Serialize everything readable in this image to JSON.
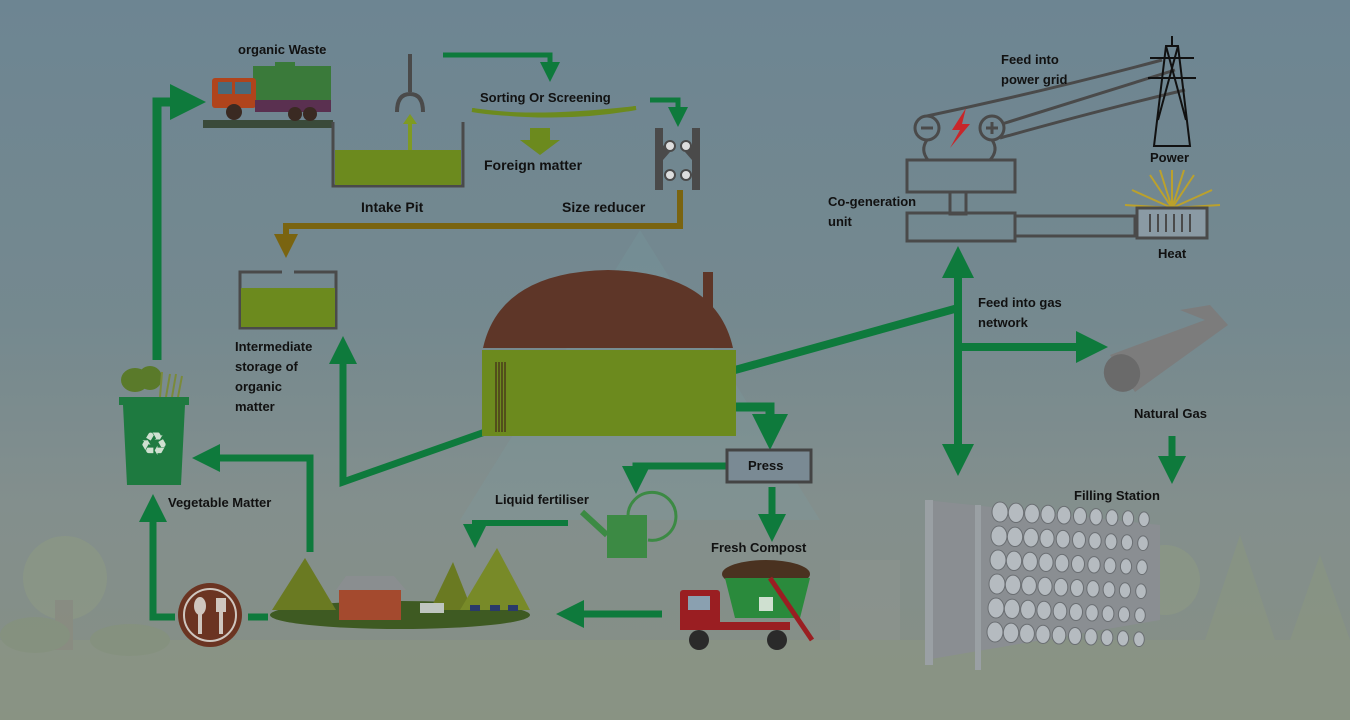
{
  "diagram": {
    "title": "Biogas plant process flow",
    "labels": {
      "organic_waste": "organic Waste",
      "intake_pit": "Intake Pit",
      "sorting": "Sorting Or Screening",
      "foreign_matter": "Foreign matter",
      "size_reducer": "Size reducer",
      "intermediate_storage": "Intermediate storage of organic matter",
      "vegetable_matter": "Vegetable Matter",
      "press": "Press",
      "liquid_fertiliser": "Liquid fertiliser",
      "fresh_compost": "Fresh Compost",
      "feed_power_grid": "Feed into power grid",
      "power": "Power",
      "cogeneration": "Co-generation unit",
      "heat": "Heat",
      "feed_gas_network": "Feed into gas network",
      "natural_gas": "Natural Gas",
      "filling_station": "Filling Station"
    },
    "icons": {
      "garbage_truck": "garbage-truck-icon",
      "claw": "grabber-claw-icon",
      "shredder": "shredder-icon",
      "digester": "biogas-digester-icon",
      "recycle_bin": "recycle-bin-icon",
      "cutlery": "fork-spoon-icon",
      "farm": "farm-landscape-icon",
      "watering_can": "watering-can-icon",
      "compost_truck": "skip-truck-icon",
      "tower": "power-tower-icon",
      "radiator": "radiator-heat-icon",
      "pipe": "gas-pipe-icon",
      "cylinders": "gas-cylinder-rack-icon"
    },
    "colors": {
      "flow_arrow": "#0e7a3c",
      "feed_arrow": "#7a6410",
      "slurry": "#6c8a1e",
      "dome": "#5e3628",
      "equipment_outline": "#4a4a4a",
      "background": "#6d8592"
    }
  }
}
